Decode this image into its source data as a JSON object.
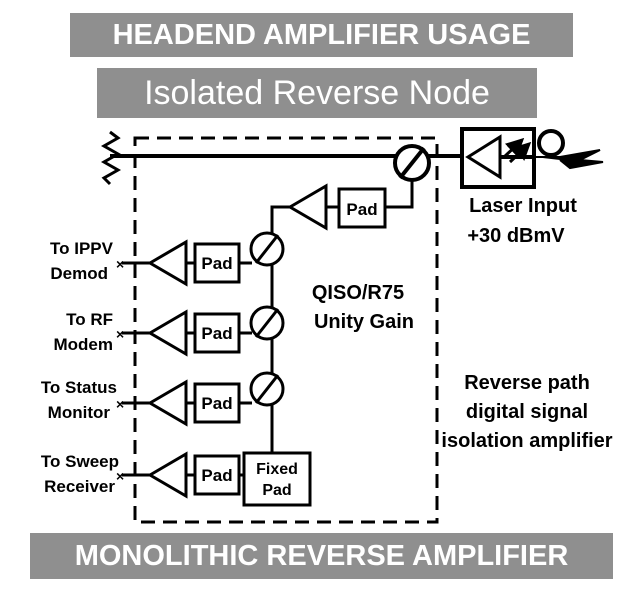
{
  "title": "HEADEND AMPLIFIER USAGE",
  "subtitle": "Isolated Reverse Node",
  "footer": "MONOLITHIC REVERSE AMPLIFIER",
  "laser": {
    "line1": "Laser Input",
    "line2": "+30 dBmV"
  },
  "amplifier": {
    "line1": "QISO/R75",
    "line2": "Unity Gain"
  },
  "description": {
    "line1": "Reverse path",
    "line2": "digital signal",
    "line3": "isolation amplifier"
  },
  "pad_label": "Pad",
  "fixed_pad": {
    "line1": "Fixed",
    "line2": "Pad"
  },
  "outputs": [
    {
      "line1": "To IPPV",
      "line2": "Demod"
    },
    {
      "line1": "To RF",
      "line2": "Modem"
    },
    {
      "line1": "To Status",
      "line2": "Monitor"
    },
    {
      "line1": "To Sweep",
      "line2": "Receiver"
    }
  ]
}
